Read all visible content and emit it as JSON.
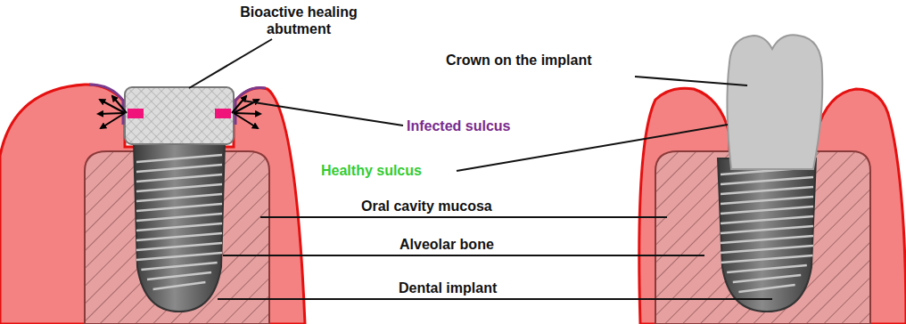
{
  "diagram": {
    "labels": [
      "Bioactive healing abutment",
      "Crown on the implant",
      "Infected sulcus",
      "Healthy sulcus",
      "Oral cavity mucosa",
      "Alveolar bone",
      "Dental implant"
    ]
  }
}
